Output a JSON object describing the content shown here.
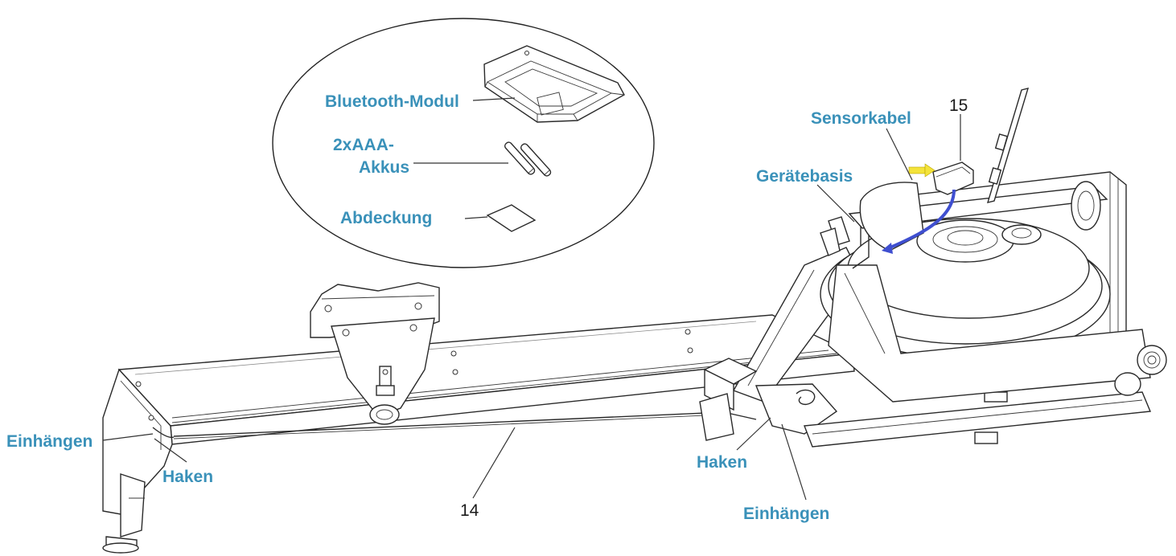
{
  "labels": {
    "bluetooth_module": "Bluetooth-Modul",
    "batteries_line1": "2xAAA-",
    "batteries_line2": "Akkus",
    "cover": "Abdeckung",
    "sensor_cable": "Sensorkabel",
    "part_15": "15",
    "device_base": "Gerätebasis",
    "hang_left": "Einhängen",
    "hook_left": "Haken",
    "part_14": "14",
    "hook_right": "Haken",
    "hang_right": "Einhängen"
  },
  "colors": {
    "label": "#3a91b9",
    "arrow_yellow": "#f4e33a",
    "cable_blue": "#3f4fd0",
    "line": "#2a2a2a"
  }
}
